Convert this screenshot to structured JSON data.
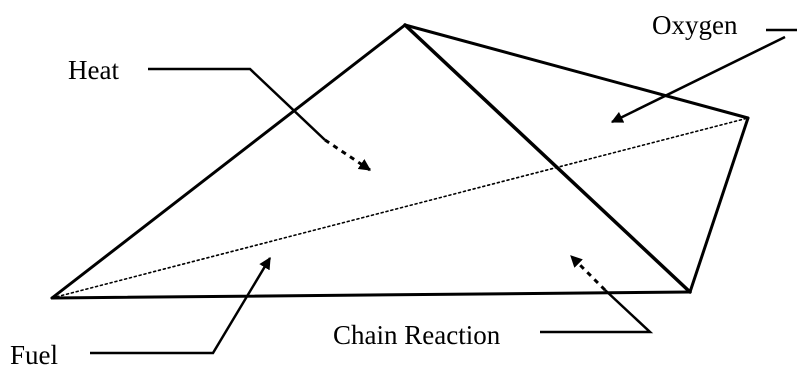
{
  "labels": {
    "heat": "Heat",
    "oxygen": "Oxygen",
    "fuel": "Fuel",
    "chain_reaction": "Chain Reaction"
  },
  "colors": {
    "ink": "#000000",
    "background": "#ffffff"
  }
}
